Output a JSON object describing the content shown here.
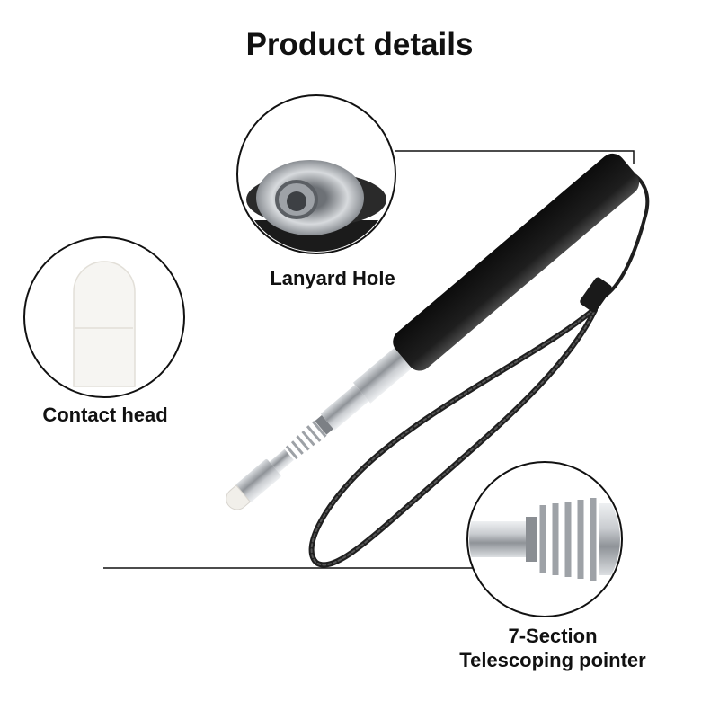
{
  "title": "Product details",
  "callouts": {
    "lanyard": "Lanyard Hole",
    "contact": "Contact head",
    "telescope_line1": "7-Section",
    "telescope_line2": "Telescoping pointer"
  },
  "colors": {
    "handle": "#1c1c1c",
    "steel": "#b9bcc0",
    "felt": "#f1efea",
    "lanyard_cord": "#222222"
  }
}
